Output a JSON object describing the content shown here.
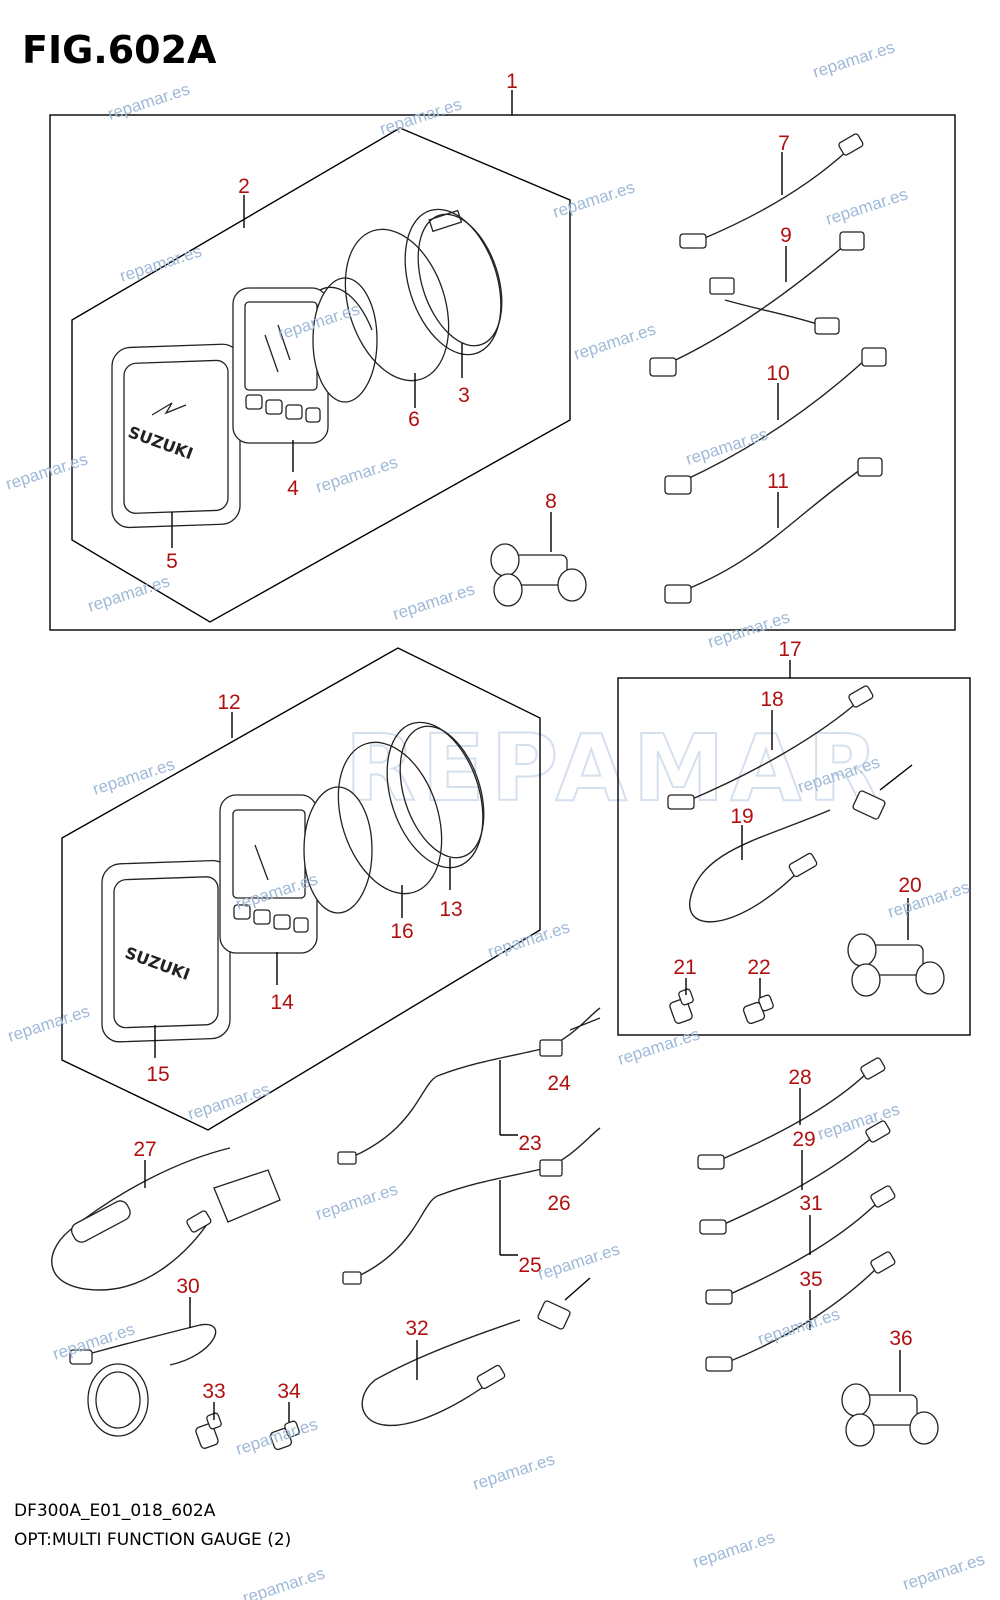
{
  "figure": {
    "title": "FIG.602A",
    "code": "DF300A_E01_018_602A",
    "description": "OPT:MULTI FUNCTION GAUGE (2)"
  },
  "watermark": {
    "text": "repamar.es",
    "logo_text": "REPAMAR",
    "color": "#9fb9d8"
  },
  "callouts": [
    "1",
    "2",
    "3",
    "4",
    "5",
    "6",
    "7",
    "8",
    "9",
    "10",
    "11",
    "12",
    "13",
    "14",
    "15",
    "16",
    "17",
    "18",
    "19",
    "20",
    "21",
    "22",
    "23",
    "24",
    "25",
    "26",
    "27",
    "28",
    "29",
    "30",
    "31",
    "32",
    "33",
    "34",
    "35",
    "36"
  ],
  "brand_mark": "SUZUKI",
  "colors": {
    "callout": "#b01010",
    "lines": "#000000"
  }
}
